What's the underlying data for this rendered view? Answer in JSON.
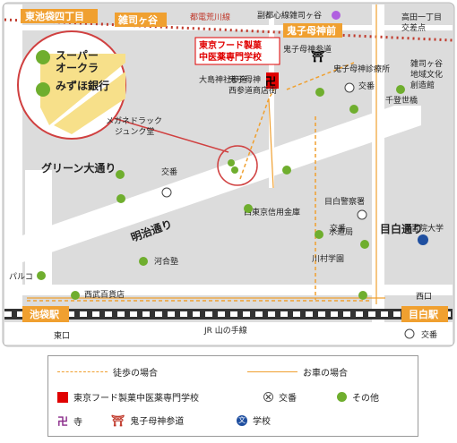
{
  "map": {
    "school_name_line1": "東京フード製菓",
    "school_name_line2": "中医薬専門学校",
    "stations": {
      "ikebukuro": "池袋駅",
      "mejiro": "目白駅"
    },
    "orange_labels": {
      "higashi_ikebukuro": "東池袋四丁目",
      "zoshigaya": "雑司ヶ谷",
      "kishimojin_mae": "鬼子母神前"
    },
    "rail_lines": {
      "toden": "都電荒川線",
      "fukutoshin": "副都心線雑司ヶ谷",
      "jr": "JR 山の手線"
    },
    "roads": {
      "meiji": "明治通り",
      "green": "グリーン大通り",
      "mejiro": "目白通り",
      "senshu": "千登世橋"
    },
    "places": {
      "takada": "高田一丁目",
      "takada2": "交差点",
      "kishimojin_sando": "鬼子母神参道",
      "kishimojin_clinic": "鬼子母神診療所",
      "koban": "交番",
      "zoshigaya_culture1": "雑司ヶ谷",
      "zoshigaya_culture2": "地域文化",
      "zoshigaya_culture3": "創造館",
      "oshima1": "大島神社参道",
      "nishisando1": "鬼子母神",
      "nishisando2": "西参道商店街",
      "megane1": "メガネドラック",
      "megane2": "ジュンク堂",
      "kawaijuku": "河合塾",
      "seibu": "西武百貨店",
      "parco": "パルコ",
      "nishitokyo1": "西東京信用金庫",
      "mejiro_police": "目白警察署",
      "suidoukyoku": "水道局",
      "kawamura": "川村学園",
      "gakushuin": "学習院大学",
      "nishiguchi": "西口",
      "higashiguchi": "東口",
      "koban_bottom": "交番",
      "koban_left": "交番",
      "koban_mid": "交番"
    },
    "inset": {
      "super1": "スーパー",
      "super2": "オークラ",
      "mizuho": "みずほ銀行"
    }
  },
  "legend": {
    "walk": "徒歩の場合",
    "car": "お車の場合",
    "school": "東京フード製菓中医薬専門学校",
    "koban": "交番",
    "other": "その他",
    "temple": "寺",
    "shrine": "鬼子母神参道",
    "gakkou": "学校",
    "temple_glyph": "卍",
    "shrine_glyph": "⛩",
    "school_glyph": "文"
  },
  "colors": {
    "orange": "#f0a030",
    "green": "#6fae2e",
    "red": "#e00000",
    "road": "#ffffff",
    "block": "#dcdcdc"
  }
}
